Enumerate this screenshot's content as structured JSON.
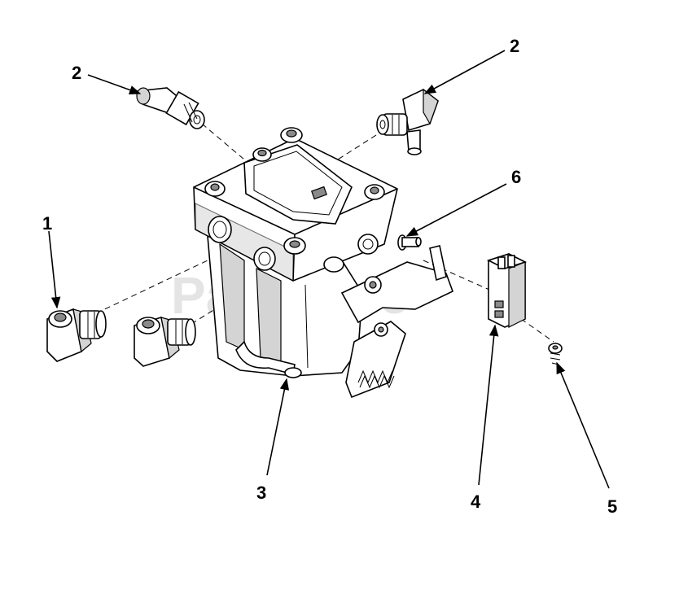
{
  "watermark": "PartsTree",
  "callouts": [
    {
      "id": "1",
      "label": "1"
    },
    {
      "id": "2a",
      "label": "2"
    },
    {
      "id": "2b",
      "label": "2"
    },
    {
      "id": "3",
      "label": "3"
    },
    {
      "id": "4",
      "label": "4"
    },
    {
      "id": "5",
      "label": "5"
    },
    {
      "id": "6",
      "label": "6"
    }
  ],
  "colors": {
    "line": "#000000",
    "background": "#ffffff",
    "watermark": "#e2e2e2",
    "shade": "#d4d4d4"
  }
}
